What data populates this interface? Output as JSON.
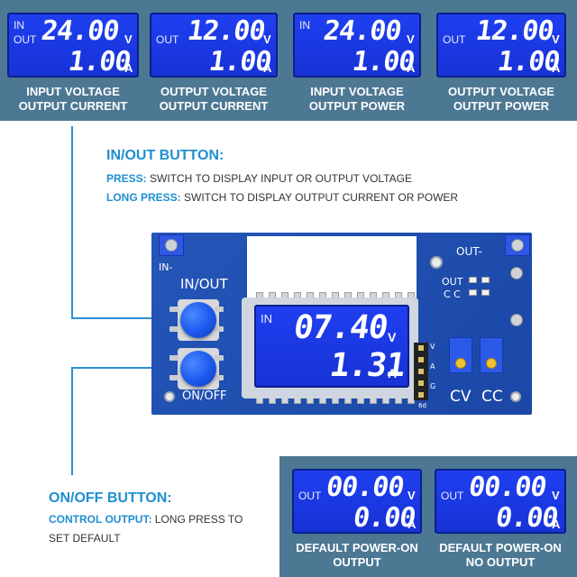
{
  "top_displays": [
    {
      "label_top": "IN",
      "label_mid": "OUT",
      "value_top": "24.00",
      "unit_top": "V",
      "value_bottom": "1.00",
      "unit_bottom": "A",
      "caption_line1": "INPUT VOLTAGE",
      "caption_line2": "OUTPUT CURRENT"
    },
    {
      "label_top": "",
      "label_mid": "OUT",
      "value_top": "12.00",
      "unit_top": "V",
      "value_bottom": "1.00",
      "unit_bottom": "A",
      "caption_line1": "OUTPUT VOLTAGE",
      "caption_line2": "OUTPUT CURRENT"
    },
    {
      "label_top": "IN",
      "label_mid": "",
      "value_top": "24.00",
      "unit_top": "V",
      "value_bottom": "1.00",
      "unit_bottom": "A",
      "caption_line1": "INPUT VOLTAGE",
      "caption_line2": "OUTPUT POWER"
    },
    {
      "label_top": "",
      "label_mid": "OUT",
      "value_top": "12.00",
      "unit_top": "V",
      "value_bottom": "1.00",
      "unit_bottom": "A",
      "caption_line1": "OUTPUT VOLTAGE",
      "caption_line2": "OUTPUT POWER"
    }
  ],
  "inout_section": {
    "title": "IN/OUT BUTTON:",
    "press_keyword": "PRESS:",
    "press_text": " SWITCH TO DISPLAY INPUT OR OUTPUT VOLTAGE",
    "long_press_keyword": "LONG PRESS:",
    "long_press_text": " SWITCH TO DISPLAY OUTPUT CURRENT OR POWER"
  },
  "board": {
    "label_in_minus": "IN-",
    "label_out_minus": "OUT-",
    "label_inout_button": "IN/OUT",
    "label_onoff_button": "ON/OFF",
    "label_out_led": "OUT",
    "label_cc_led": "C C",
    "label_cv": "CV",
    "label_cc": "CC",
    "header_v": "V",
    "header_a": "A",
    "header_g": "G",
    "header_6d": "6d",
    "display": {
      "label": "IN",
      "value_top": "07.40",
      "unit_top": "V",
      "value_bottom": "1.31",
      "unit_bottom": "A"
    }
  },
  "onoff_section": {
    "title": "ON/OFF BUTTON:",
    "keyword": "CONTROL OUTPUT:",
    "text_line1": " LONG PRESS TO",
    "text_line2": "SET DEFAULT"
  },
  "bottom_displays": [
    {
      "label_mid": "OUT",
      "value_top": "00.00",
      "unit_top": "V",
      "value_bottom": "0.00",
      "unit_bottom": "A",
      "caption_line1": "DEFAULT POWER-ON",
      "caption_line2": "OUTPUT"
    },
    {
      "label_mid": "OUT",
      "value_top": "00.00",
      "unit_top": "V",
      "value_bottom": "0.00",
      "unit_bottom": "A",
      "caption_line1": "DEFAULT POWER-ON",
      "caption_line2": "NO OUTPUT"
    }
  ]
}
